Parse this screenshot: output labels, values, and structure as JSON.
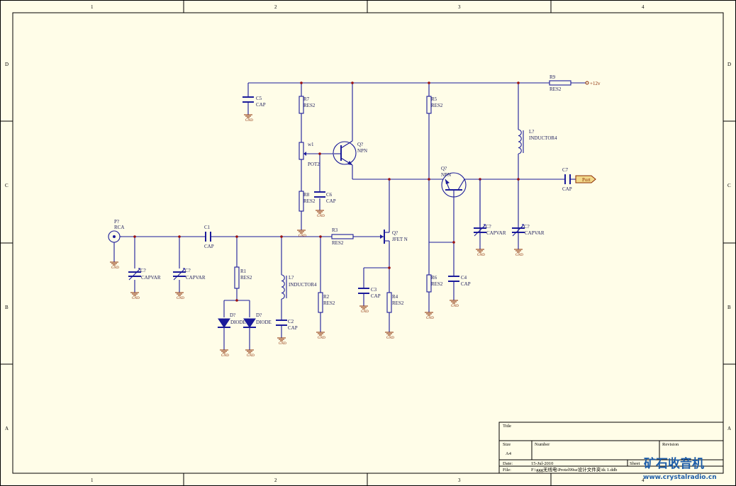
{
  "frame": {
    "columns": [
      "1",
      "2",
      "3",
      "4"
    ],
    "rows": [
      "D",
      "C",
      "B",
      "A"
    ]
  },
  "title_block": {
    "title_label": "Title",
    "size_label": "Size",
    "size_value": "A4",
    "number_label": "Number",
    "revision_label": "Revision",
    "date_label": "Date:",
    "date_value": "15-Jul-2010",
    "sheet_label": "Sheet",
    "file_label": "File:",
    "file_value": "F:\\ggg无线电\\Protel99se设计文件夹\\tk 1.ddb"
  },
  "components": {
    "p_ref": "P?",
    "p_val": "RCA",
    "cv1_ref": "C?",
    "cv1_val": "CAPVAR",
    "cv2_ref": "C?",
    "cv2_val": "CAPVAR",
    "c1_ref": "C1",
    "c1_val": "CAP",
    "r1_ref": "R1",
    "r1_val": "RES2",
    "d1_ref": "D?",
    "d1_val": "DIODE",
    "d2_ref": "D?",
    "d2_val": "DIODE",
    "l1_ref": "L?",
    "l1_val": "INDUCTOR4",
    "c2_ref": "C2",
    "c2_val": "CAP",
    "r2_ref": "R2",
    "r2_val": "RES2",
    "r3_ref": "R3",
    "r3_val": "RES2",
    "q1_ref": "Q?",
    "q1_val": "JFET N",
    "c3_ref": "C3",
    "c3_val": "CAP",
    "r4_ref": "R4",
    "r4_val": "RES2",
    "c5_ref": "C5",
    "c5_val": "CAP",
    "r7_ref": "R7",
    "r7_val": "RES2",
    "pot_ref": "w1",
    "pot_val": "POT2",
    "r8_ref": "R8",
    "r8_val": "RES2",
    "c6_ref": "C6",
    "c6_val": "CAP",
    "q2_ref": "Q?",
    "q2_val": "NPN",
    "r5_ref": "R5",
    "r5_val": "RES2",
    "r6_ref": "R6",
    "r6_val": "RES2",
    "c4_ref": "C4",
    "c4_val": "CAP",
    "q3_ref": "Q?",
    "q3_val": "NPN",
    "cv3_ref": "C?",
    "cv3_val": "CAPVAR",
    "cv4_ref": "C?",
    "cv4_val": "CAPVAR",
    "l2_ref": "L?",
    "l2_val": "INDUCTOR4",
    "c7_ref": "C7",
    "c7_val": "CAP",
    "r9_ref": "R9",
    "r9_val": "RES2",
    "supply_label": "+12v",
    "port_label": "Port",
    "gnd_label": "GND"
  },
  "watermark": {
    "cn": "矿石收音机",
    "url": "www.crystalradio.cn"
  }
}
